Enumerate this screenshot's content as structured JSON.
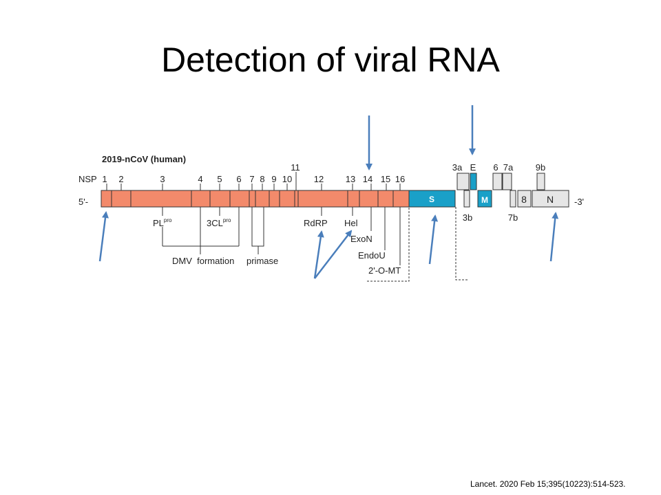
{
  "title": "Detection of viral RNA",
  "citation": "Lancet. 2020 Feb 15;395(10223):514-523.",
  "colors": {
    "orf1ab": "#f38a6b",
    "structural_blue": "#1aa0c8",
    "accessory_gray": "#e6e6e6",
    "outline": "#333333",
    "arrow": "#4a7ebb"
  },
  "diagram": {
    "virus_label": "2019-nCoV (human)",
    "nsp_label": "NSP",
    "five_prime": "5'-",
    "three_prime": "-3'",
    "nsp_numbers": [
      "1",
      "2",
      "3",
      "4",
      "5",
      "6",
      "7",
      "8",
      "9",
      "10",
      "11",
      "12",
      "13",
      "14",
      "15",
      "16"
    ],
    "protein_labels": {
      "pl": "PL",
      "pl_sup": "pro",
      "three_cl": "3CL",
      "three_cl_sup": "pro",
      "rdrp": "RdRP",
      "hel": "Hel",
      "exon": "ExoN",
      "endou": "EndoU",
      "omt": "2'-O-MT",
      "dmv": "DMV  formation",
      "primase": "primase"
    },
    "genes": {
      "s": "S",
      "m": "M",
      "n": "N",
      "e": "E",
      "g3a": "3a",
      "g3b": "3b",
      "g6": "6",
      "g7a": "7a",
      "g7b": "7b",
      "g8": "8",
      "g9b": "9b"
    }
  }
}
